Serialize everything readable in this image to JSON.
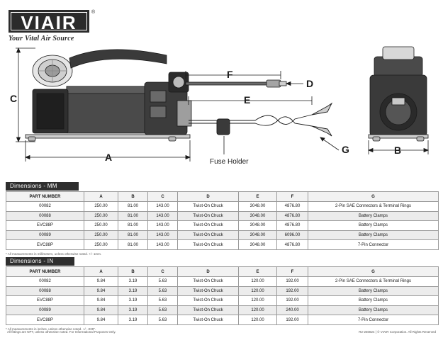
{
  "logo": {
    "word": "VIAIR",
    "reg": "®",
    "tagline": "Your Vital Air Source"
  },
  "drawing": {
    "dim_labels": {
      "a": "A",
      "b": "B",
      "c": "C",
      "d": "D",
      "e": "E",
      "f": "F",
      "g": "G"
    },
    "fuse_holder": "Fuse Holder"
  },
  "columns": [
    "PART NUMBER",
    "A",
    "B",
    "C",
    "D",
    "E",
    "F",
    "G"
  ],
  "mm": {
    "heading": "Dimensions - MM",
    "rows": [
      [
        "00082",
        "250.00",
        "81.00",
        "143.00",
        "Twist-On Chuck",
        "3048.00",
        "4876.80",
        "2-Pin SAE Connectors & Terminal Rings"
      ],
      [
        "00088",
        "250.00",
        "81.00",
        "143.00",
        "Twist-On Chuck",
        "3048.00",
        "4876.80",
        "Battery Clamps"
      ],
      [
        "EVC88P",
        "250.00",
        "81.00",
        "143.00",
        "Twist-On Chuck",
        "3048.00",
        "4876.80",
        "Battery Clamps"
      ],
      [
        "00089",
        "250.00",
        "81.00",
        "143.00",
        "Twist-On Chuck",
        "3048.00",
        "6096.00",
        "Battery Clamps"
      ],
      [
        "EVC88P",
        "250.00",
        "81.00",
        "143.00",
        "Twist-On Chuck",
        "3048.00",
        "4876.80",
        "7-Pin Connector"
      ]
    ],
    "note": "* All measurements in millimeters, unless otherwise noted. +/- 1mm."
  },
  "in": {
    "heading": "Dimensions - IN",
    "rows": [
      [
        "00082",
        "9.84",
        "3.19",
        "5.63",
        "Twist-On Chuck",
        "120.00",
        "192.00",
        "2-Pin SAE Connectors & Terminal Rings"
      ],
      [
        "00088",
        "9.84",
        "3.19",
        "5.63",
        "Twist-On Chuck",
        "120.00",
        "192.00",
        "Battery Clamps"
      ],
      [
        "EVC88P",
        "9.84",
        "3.19",
        "5.63",
        "Twist-On Chuck",
        "120.00",
        "192.00",
        "Battery Clamps"
      ],
      [
        "00089",
        "9.84",
        "3.19",
        "5.63",
        "Twist-On Chuck",
        "120.00",
        "240.00",
        "Battery Clamps"
      ],
      [
        "EVC88P",
        "9.84",
        "3.19",
        "5.63",
        "Twist-On Chuck",
        "120.00",
        "192.00",
        "7-Pin Connector"
      ]
    ],
    "note": "* All measurements in inches, unless otherwise noted. +/- .039\"."
  },
  "footer": {
    "left": "All fittings are NPT, unless otherwise noted. For Informational Purposes Only.",
    "right": "R2-250824  |  © VIAIR Corporation. All Rights Reserved"
  }
}
